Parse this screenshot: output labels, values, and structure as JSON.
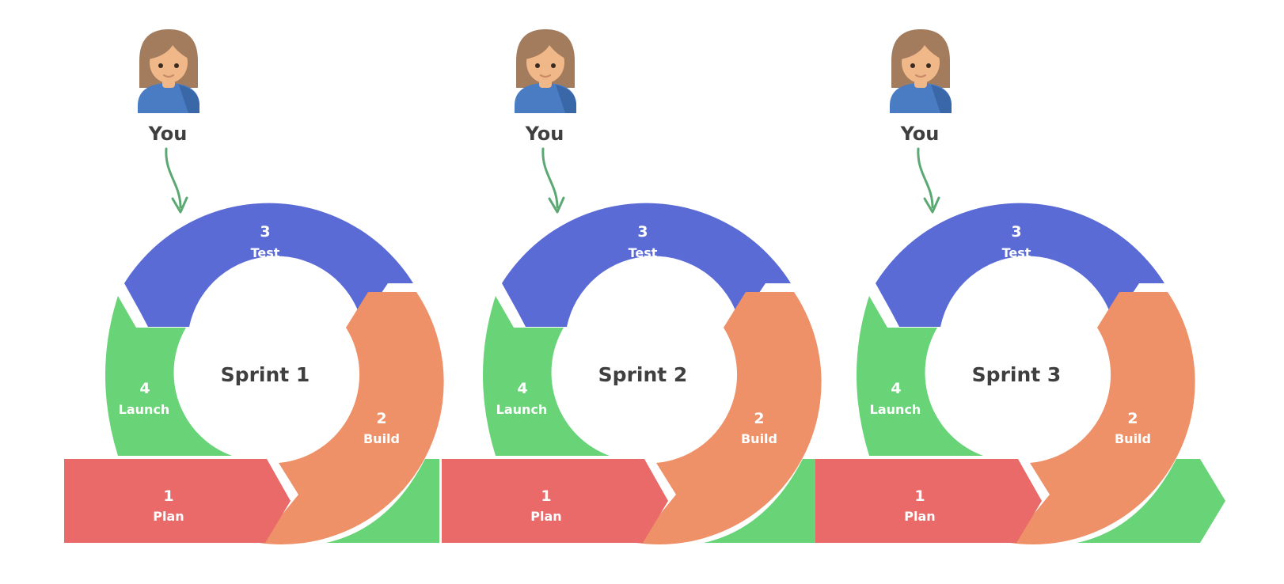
{
  "colors": {
    "plan": "#EA6A6A",
    "build": "#EE9168",
    "test": "#5B6BD5",
    "launch": "#68D477",
    "text_dark": "#3F3F3F",
    "arrow": "#5BA872",
    "hair": "#A37C5E",
    "skin": "#F0B888",
    "shirt": "#4A7CC4",
    "shirt_shade": "#3A67A8"
  },
  "person": {
    "label": "You",
    "icon": "person-icon"
  },
  "stages": {
    "plan": {
      "number": "1",
      "name": "Plan"
    },
    "build": {
      "number": "2",
      "name": "Build"
    },
    "test": {
      "number": "3",
      "name": "Test"
    },
    "launch": {
      "number": "4",
      "name": "Launch"
    }
  },
  "sprints": [
    {
      "title": "Sprint 1"
    },
    {
      "title": "Sprint 2"
    },
    {
      "title": "Sprint 3"
    }
  ]
}
